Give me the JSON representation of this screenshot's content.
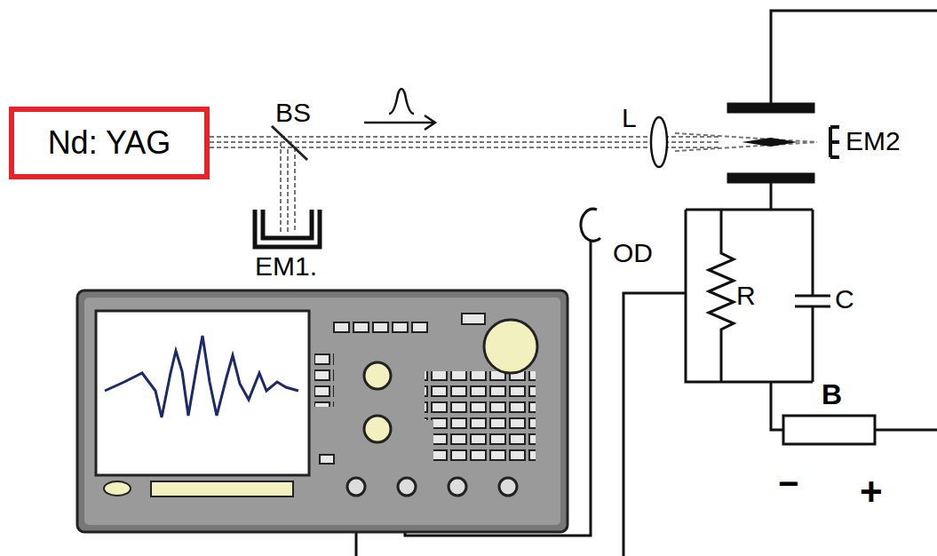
{
  "diagram": {
    "nodes": [
      {
        "text": [
          "Nd: YAG"
        ]
      }
    ],
    "edges": [],
    "labels": [
      "BS",
      "L",
      "EM2",
      "EM1.",
      "OD",
      "R",
      "C",
      "B",
      "−",
      "+"
    ]
  }
}
